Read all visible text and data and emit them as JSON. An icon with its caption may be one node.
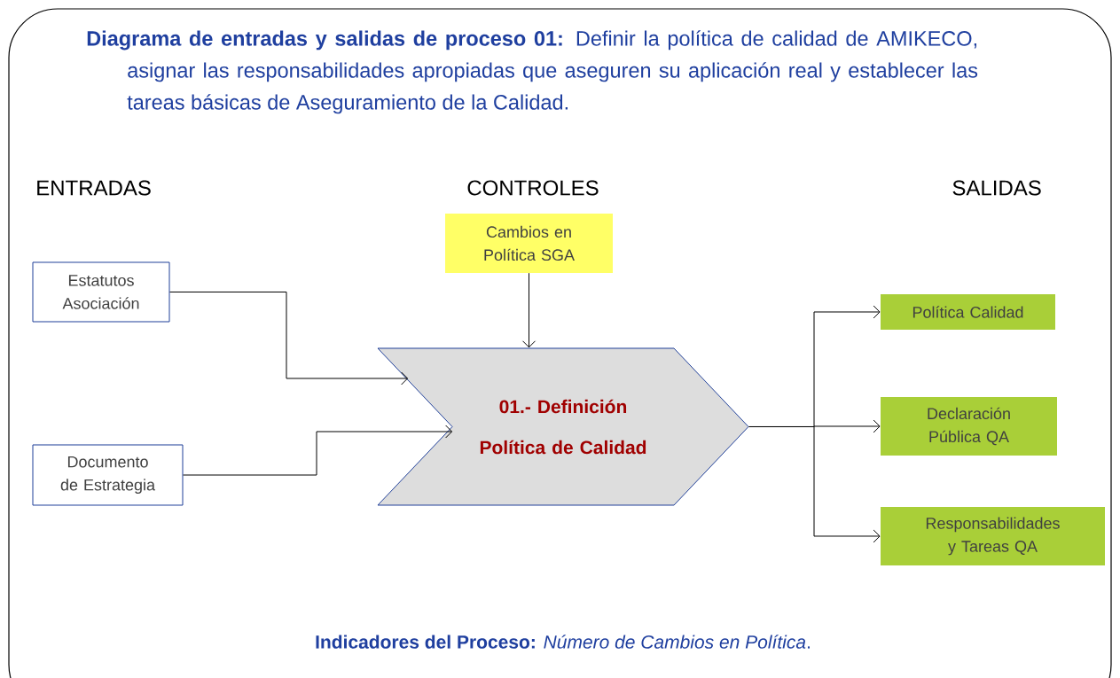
{
  "diagram": {
    "title": "**Diagrama de entradas y salidas de proceso 01:** Definir la política de calidad de AMIKECO, asignar las responsabilidades apropiadas que aseguren su aplicación real y establecer las tareas básicas de Aseguramiento de la Calidad.",
    "caption": "**Indicadores del Proceso:** *Número de Cambios en Política*.",
    "nodes": [
      {
        "text": [
          "Estatutos Asociación"
        ]
      },
      {
        "text": [
          "Documento de Estrategia"
        ]
      },
      {
        "text": [
          "Cambios en Política SGA"
        ]
      },
      {
        "text": [
          "01.- Definición Política de Calidad"
        ]
      },
      {
        "text": [
          "Política Calidad"
        ]
      },
      {
        "text": [
          "Declaración Pública QA"
        ]
      },
      {
        "text": [
          "Responsabilidades y Tareas QA"
        ]
      }
    ],
    "edges": [
      {
        "from": 0,
        "to": 3,
        "arrow": "to"
      },
      {
        "from": 1,
        "to": 3,
        "arrow": "to"
      },
      {
        "from": 2,
        "to": 3,
        "arrow": "to"
      },
      {
        "from": 3,
        "to": 4,
        "arrow": "to"
      },
      {
        "from": 3,
        "to": 5,
        "arrow": "to"
      },
      {
        "from": 3,
        "to": 6,
        "arrow": "to"
      }
    ],
    "labels": [
      "ENTRADAS",
      "CONTROLES",
      "SALIDAS"
    ]
  }
}
